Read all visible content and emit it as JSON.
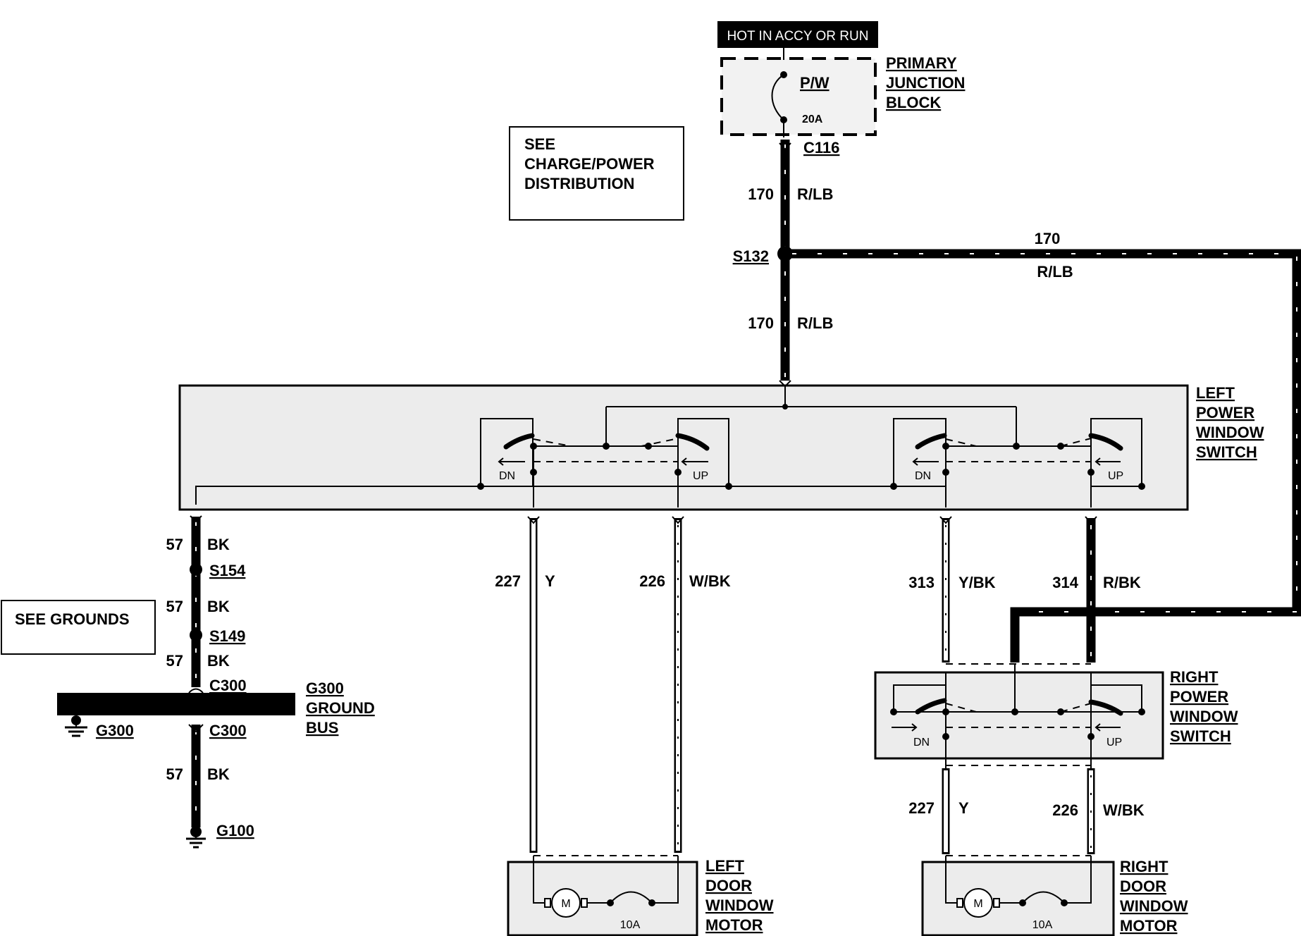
{
  "power_source": {
    "hot_label": "HOT IN ACCY OR RUN"
  },
  "junction_block": {
    "title": [
      "PRIMARY",
      "JUNCTION",
      "BLOCK"
    ],
    "fuse_name": "P/W",
    "fuse_rating": "20A",
    "connector": "C116"
  },
  "see_boxes": {
    "charge": [
      "SEE",
      "CHARGE/POWER",
      "DISTRIBUTION"
    ],
    "grounds": "SEE GROUNDS"
  },
  "feed": {
    "upper": {
      "circuit": "170",
      "color": "R/LB"
    },
    "splice": "S132",
    "lower": {
      "circuit": "170",
      "color": "R/LB"
    },
    "right_run": {
      "circuit": "170",
      "color": "R/LB"
    }
  },
  "left_switch": {
    "title": [
      "LEFT",
      "POWER",
      "WINDOW",
      "SWITCH"
    ],
    "dn1": "DN",
    "up1": "UP",
    "dn2": "DN",
    "up2": "UP"
  },
  "right_switch": {
    "title": [
      "RIGHT",
      "POWER",
      "WINDOW",
      "SWITCH"
    ],
    "dn": "DN",
    "up": "UP"
  },
  "wires": {
    "w227_left": {
      "circuit": "227",
      "color": "Y"
    },
    "w226_left": {
      "circuit": "226",
      "color": "W/BK"
    },
    "w313": {
      "circuit": "313",
      "color": "Y/BK"
    },
    "w314": {
      "circuit": "314",
      "color": "R/BK"
    },
    "w227_right": {
      "circuit": "227",
      "color": "Y"
    },
    "w226_right": {
      "circuit": "226",
      "color": "W/BK"
    }
  },
  "ground": {
    "w57a": {
      "circuit": "57",
      "color": "BK"
    },
    "s154": "S154",
    "w57b": {
      "circuit": "57",
      "color": "BK"
    },
    "s149": "S149",
    "w57c": {
      "circuit": "57",
      "color": "BK"
    },
    "c300_top": "C300",
    "bus_title": [
      "G300",
      "GROUND",
      "BUS"
    ],
    "g300": "G300",
    "c300_bottom": "C300",
    "w57d": {
      "circuit": "57",
      "color": "BK"
    },
    "g100": "G100"
  },
  "left_motor": {
    "title": [
      "LEFT",
      "DOOR",
      "WINDOW",
      "MOTOR"
    ],
    "symbol": "M",
    "breaker": "10A"
  },
  "right_motor": {
    "title": [
      "RIGHT",
      "DOOR",
      "WINDOW",
      "MOTOR"
    ],
    "symbol": "M",
    "breaker": "10A"
  }
}
